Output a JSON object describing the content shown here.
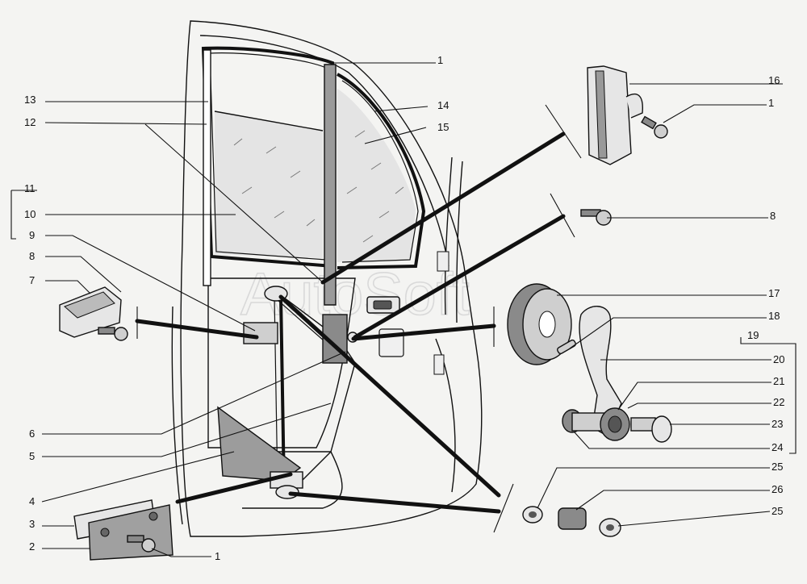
{
  "watermark": "AutoSoft",
  "callouts": [
    {
      "id": "c-1a",
      "text": "1"
    },
    {
      "id": "c-16",
      "text": "16"
    },
    {
      "id": "c-1b",
      "text": "1"
    },
    {
      "id": "c-14",
      "text": "14"
    },
    {
      "id": "c-13",
      "text": "13"
    },
    {
      "id": "c-12",
      "text": "12"
    },
    {
      "id": "c-15",
      "text": "15"
    },
    {
      "id": "c-11",
      "text": "11"
    },
    {
      "id": "c-10",
      "text": "10"
    },
    {
      "id": "c-8a",
      "text": "8"
    },
    {
      "id": "c-9",
      "text": "9"
    },
    {
      "id": "c-8b",
      "text": "8"
    },
    {
      "id": "c-7",
      "text": "7"
    },
    {
      "id": "c-17",
      "text": "17"
    },
    {
      "id": "c-18",
      "text": "18"
    },
    {
      "id": "c-19",
      "text": "19"
    },
    {
      "id": "c-20",
      "text": "20"
    },
    {
      "id": "c-21",
      "text": "21"
    },
    {
      "id": "c-22",
      "text": "22"
    },
    {
      "id": "c-23",
      "text": "23"
    },
    {
      "id": "c-6",
      "text": "6"
    },
    {
      "id": "c-24",
      "text": "24"
    },
    {
      "id": "c-5",
      "text": "5"
    },
    {
      "id": "c-25a",
      "text": "25"
    },
    {
      "id": "c-4",
      "text": "4"
    },
    {
      "id": "c-26",
      "text": "26"
    },
    {
      "id": "c-3",
      "text": "3"
    },
    {
      "id": "c-25b",
      "text": "25"
    },
    {
      "id": "c-2",
      "text": "2"
    },
    {
      "id": "c-1c",
      "text": "1"
    }
  ]
}
